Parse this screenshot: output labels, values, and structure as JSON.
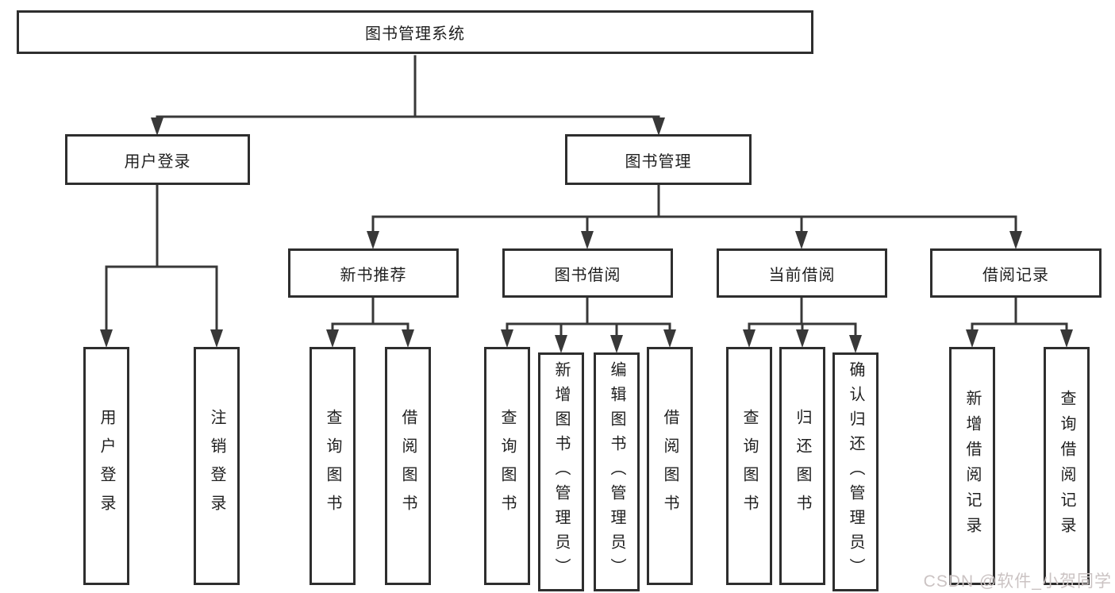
{
  "colors": {
    "line": "#383838",
    "box_border": "#2e2e2e",
    "text": "#1f1f1f",
    "watermark": "#cbc3c3",
    "background": "#ffffff"
  },
  "watermark": {
    "text": "CSDN @软件_小贺同学"
  },
  "tree": {
    "root": {
      "label": "图书管理系统",
      "children": [
        {
          "label": "用户登录",
          "children": [
            {
              "label": "用户登录"
            },
            {
              "label": "注销登录"
            }
          ]
        },
        {
          "label": "图书管理",
          "children": [
            {
              "label": "新书推荐",
              "children": [
                {
                  "label": "查询图书"
                },
                {
                  "label": "借阅图书"
                }
              ]
            },
            {
              "label": "图书借阅",
              "children": [
                {
                  "label": "查询图书"
                },
                {
                  "label": "新增图书（管理员）"
                },
                {
                  "label": "编辑图书（管理员）"
                },
                {
                  "label": "借阅图书"
                }
              ]
            },
            {
              "label": "当前借阅",
              "children": [
                {
                  "label": "查询图书"
                },
                {
                  "label": "归还图书"
                },
                {
                  "label": "确认归还（管理员）"
                }
              ]
            },
            {
              "label": "借阅记录",
              "children": [
                {
                  "label": "新增借阅记录"
                },
                {
                  "label": "查询借阅记录"
                }
              ]
            }
          ]
        }
      ]
    }
  }
}
